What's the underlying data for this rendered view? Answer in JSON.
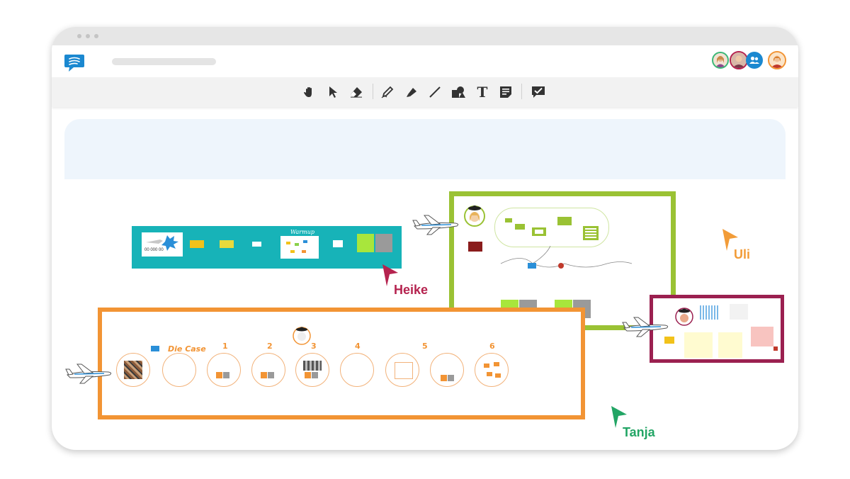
{
  "app": {
    "title_placeholder": "",
    "logo_icon": "chat-bubble-icon",
    "brand_color": "#1b88d0"
  },
  "participants": [
    {
      "name": "participant-1",
      "ring": "#3cb878"
    },
    {
      "name": "participant-2",
      "ring": "#b5234f"
    },
    {
      "name": "participant-group",
      "ring": "#1b88d0"
    },
    {
      "name": "participant-3",
      "ring": "#f29434"
    }
  ],
  "toolbar": {
    "tools": [
      "hand-icon",
      "pointer-icon",
      "eraser-icon",
      "pen-icon",
      "marker-icon",
      "line-icon",
      "shapes-icon",
      "text-icon",
      "sticky-note-icon",
      "feedback-icon"
    ],
    "text_glyph": "T"
  },
  "cursors": {
    "heike": {
      "label": "Heike",
      "color": "#b5234f"
    },
    "uli": {
      "label": "Uli",
      "color": "#f29c38"
    },
    "tanja": {
      "label": "Tanja",
      "color": "#22a565"
    }
  },
  "frames": {
    "teal": {
      "color": "#17b3b8",
      "title": "Warmup",
      "caption": "00 000 00"
    },
    "green": {
      "color": "#9ac234"
    },
    "orange": {
      "color": "#f29434",
      "title": "Die Case",
      "steps": [
        "1",
        "2",
        "3",
        "4",
        "5",
        "6"
      ]
    },
    "crimson": {
      "color": "#9b2050"
    }
  },
  "colors": {
    "sticky_green": "#a8e63c",
    "sticky_gray": "#9a9a9a",
    "window_bg": "#ffffff",
    "banner_bg": "#eef5fc",
    "toolbar_bg": "#f2f2f2"
  }
}
